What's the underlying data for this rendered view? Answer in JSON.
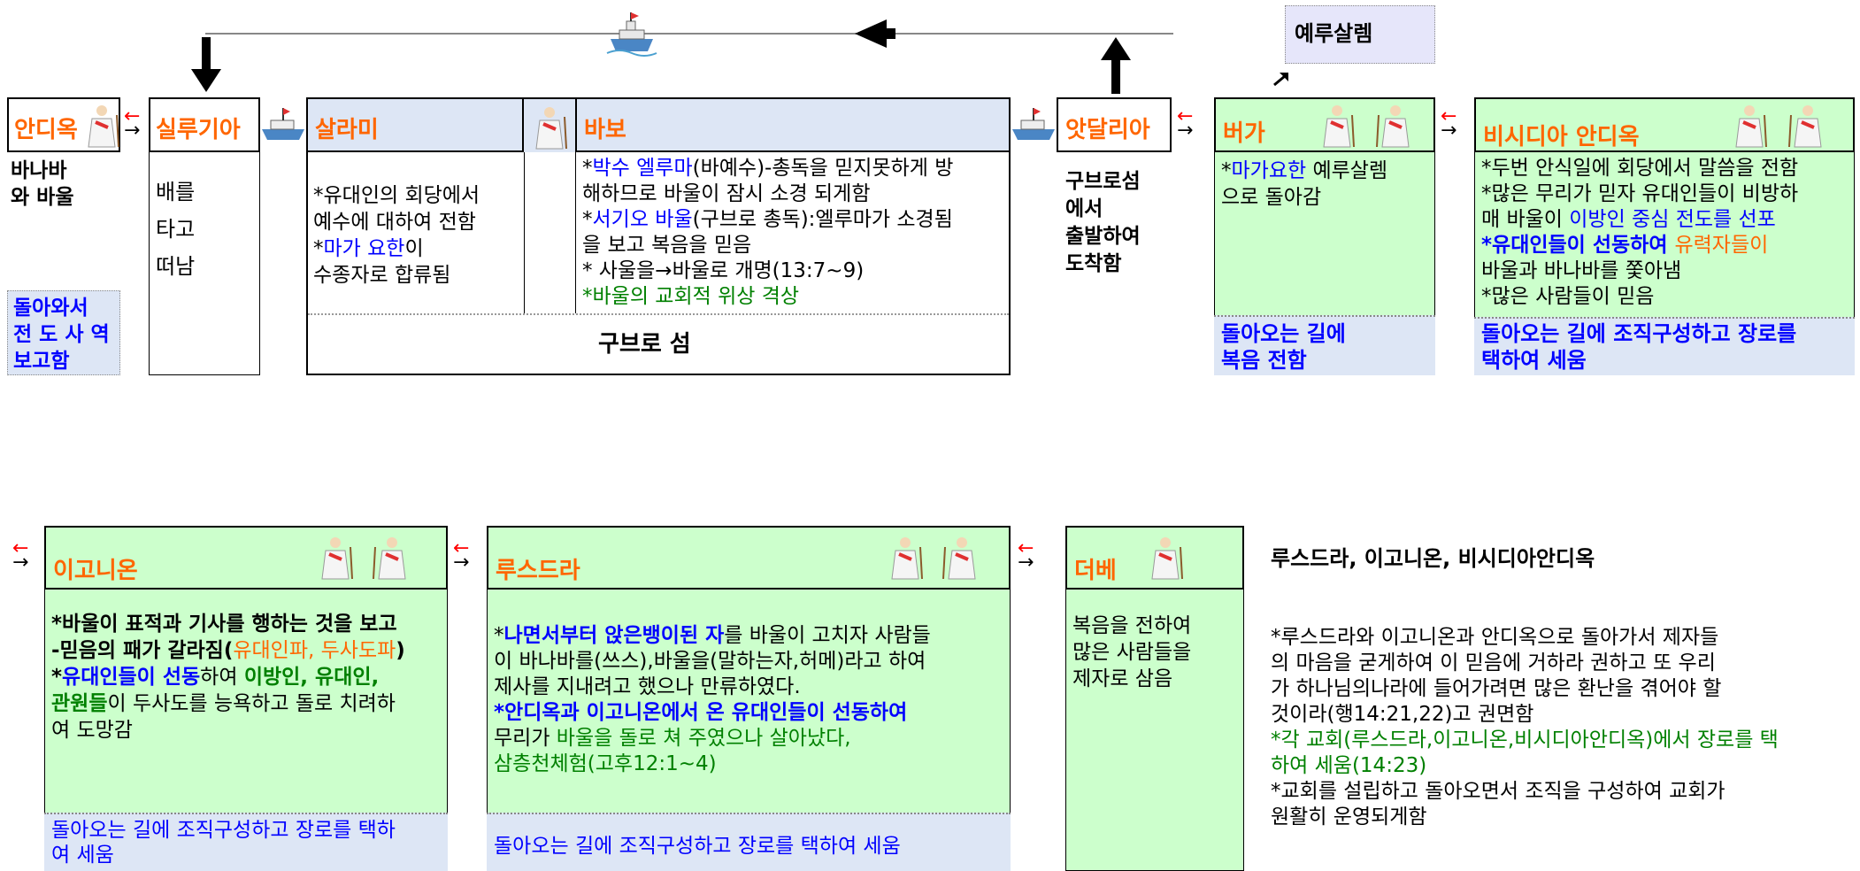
{
  "top": {
    "jerusalem": "예루살렘",
    "antioch_title": "안디옥",
    "antioch_body": [
      "바나바",
      "와 바울"
    ],
    "antioch_footer": [
      "돌아와서",
      "전 도 사 역",
      "보고함"
    ],
    "seleucia_title": "실루기아",
    "seleucia_body": [
      "배를",
      "타고",
      "떠남"
    ],
    "salamis_title": "살라미",
    "salamis_body": [
      {
        "segs": [
          {
            "t": "*유대인의 회당에서",
            "c": "k"
          }
        ]
      },
      {
        "segs": [
          {
            "t": "예수에 대하여 전함",
            "c": "k"
          }
        ]
      },
      {
        "segs": [
          {
            "t": "*",
            "c": "k"
          },
          {
            "t": "마가 요한",
            "c": "b"
          },
          {
            "t": "이",
            "c": "k"
          }
        ]
      },
      {
        "segs": [
          {
            "t": "수종자로 합류됨",
            "c": "k"
          }
        ]
      }
    ],
    "paphos_title": "바보",
    "paphos_body": [
      {
        "segs": [
          {
            "t": "*",
            "c": "k"
          },
          {
            "t": "박수 엘루마",
            "c": "b"
          },
          {
            "t": "(바예수)-총독을 믿지못하게 방",
            "c": "k"
          }
        ]
      },
      {
        "segs": [
          {
            "t": "해하므로 바울이 잠시 소경 되게함",
            "c": "k"
          }
        ]
      },
      {
        "segs": [
          {
            "t": "*",
            "c": "k"
          },
          {
            "t": "서기오 바울",
            "c": "b"
          },
          {
            "t": "(구브로 총독):엘루마가 소경됨",
            "c": "k"
          }
        ]
      },
      {
        "segs": [
          {
            "t": "을 보고 복음을 믿음",
            "c": "k"
          }
        ]
      },
      {
        "segs": [
          {
            "t": "* 사울을→바울로 개명(13:7~9)",
            "c": "k"
          }
        ]
      },
      {
        "segs": [
          {
            "t": "*바울의 교회적 위상 격상",
            "c": "g"
          }
        ]
      }
    ],
    "cyprus_label": "구브로 섬",
    "attalia_title": "앗달리아",
    "attalia_body": [
      "구브로섬",
      "에서",
      "출발하여",
      "도착함"
    ],
    "perga_title": "버가",
    "perga_body": [
      {
        "segs": [
          {
            "t": "*",
            "c": "k"
          },
          {
            "t": "마가요한",
            "c": "b"
          },
          {
            "t": " 예루살렘",
            "c": "k"
          }
        ]
      },
      {
        "segs": [
          {
            "t": " 으로 돌아감",
            "c": "k"
          }
        ]
      }
    ],
    "perga_footer": [
      "돌아오는 길에",
      "복음 전함"
    ],
    "pisidian_title": "비시디아 안디옥",
    "pisidian_body": [
      {
        "segs": [
          {
            "t": "*두번 안식일에 회당에서 말씀을 전함",
            "c": "k"
          }
        ]
      },
      {
        "segs": [
          {
            "t": "*많은 무리가 믿자 유대인들이 비방하",
            "c": "k"
          }
        ]
      },
      {
        "segs": [
          {
            "t": " 매 바울이 ",
            "c": "k"
          },
          {
            "t": "이방인 중심 전도를 선포",
            "c": "b"
          }
        ]
      },
      {
        "segs": [
          {
            "t": "*유대인들이 선동하여 ",
            "c": "bb"
          },
          {
            "t": "유력자들이",
            "c": "o"
          }
        ]
      },
      {
        "segs": [
          {
            "t": "바울과 바나바를 쫓아냄",
            "c": "k"
          }
        ]
      },
      {
        "segs": [
          {
            "t": "*많은 사람들이 믿음",
            "c": "k"
          }
        ]
      }
    ],
    "pisidian_footer": [
      "돌아오는 길에 조직구성하고 장로를",
      "택하여 세움"
    ]
  },
  "bottom": {
    "iconium_title": "이고니온",
    "iconium_body": [
      {
        "segs": [
          {
            "t": "*바울이 표적과 기사를 행하는 것을 보고",
            "c": "kb"
          }
        ]
      },
      {
        "segs": [
          {
            "t": "-믿음의 패가 갈라짐(",
            "c": "kb"
          },
          {
            "t": "유대인파, 두사도파",
            "c": "o"
          },
          {
            "t": ")",
            "c": "kb"
          }
        ]
      },
      {
        "segs": [
          {
            "t": "*",
            "c": "kb"
          },
          {
            "t": "유대인들이 선동",
            "c": "bb"
          },
          {
            "t": "하여 ",
            "c": "k"
          },
          {
            "t": "이방인, 유대인,",
            "c": "gb"
          }
        ]
      },
      {
        "segs": [
          {
            "t": "관원들",
            "c": "gb"
          },
          {
            "t": "이 두사도를 능욕하고 돌로 치려하",
            "c": "k"
          }
        ]
      },
      {
        "segs": [
          {
            "t": "여 도망감",
            "c": "k"
          }
        ]
      }
    ],
    "iconium_footer": [
      "돌아오는 길에 조직구성하고 장로를 택하",
      "여 세움"
    ],
    "lystra_title": "루스드라",
    "lystra_body": [
      {
        "segs": [
          {
            "t": "*",
            "c": "k"
          },
          {
            "t": "나면서부터 앉은뱅이된 자",
            "c": "bb"
          },
          {
            "t": "를 바울이 고치자 사람들",
            "c": "k"
          }
        ]
      },
      {
        "segs": [
          {
            "t": "이 바나바를(쓰스),바울을(말하는자,허메)라고 하여",
            "c": "k"
          }
        ]
      },
      {
        "segs": [
          {
            "t": "제사를 지내려고 했으나 만류하였다.",
            "c": "k"
          }
        ]
      },
      {
        "segs": [
          {
            "t": "*안디옥과 이고니온에서 온 유대인들이 선동하여",
            "c": "bb"
          }
        ]
      },
      {
        "segs": [
          {
            "t": "무리가 ",
            "c": "k"
          },
          {
            "t": "바울을 돌로 쳐 주였으나 살아났다,",
            "c": "g"
          }
        ]
      },
      {
        "segs": [
          {
            "t": "삼층천체험(고후12:1~4)",
            "c": "g"
          }
        ]
      }
    ],
    "lystra_footer": [
      "돌아오는 길에 조직구성하고 장로를 택하여 세움"
    ],
    "derbe_title": "더베",
    "derbe_body": [
      "복음을 전하여",
      "많은 사람들을",
      "제자로 삼음"
    ],
    "summary_title": "루스드라, 이고니온, 비시디아안디옥",
    "summary_body": [
      {
        "segs": [
          {
            "t": "*루스드라와 이고니온과 안디옥으로 돌아가서 제자들",
            "c": "k"
          }
        ]
      },
      {
        "segs": [
          {
            "t": "의 마음을 굳게하여 이 믿음에 거하라 권하고 또 우리",
            "c": "k"
          }
        ]
      },
      {
        "segs": [
          {
            "t": "가 하나님의나라에 들어가려면 많은 환난을 겪어야 할",
            "c": "k"
          }
        ]
      },
      {
        "segs": [
          {
            "t": "것이라(행14:21,22)고 권면함",
            "c": "k"
          }
        ]
      },
      {
        "segs": [
          {
            "t": "*각 교회(루스드라,이고니온,비시디아안디옥)에서 장로를 택",
            "c": "g"
          }
        ]
      },
      {
        "segs": [
          {
            "t": "하여 세움(14:23)",
            "c": "g"
          }
        ]
      },
      {
        "segs": [
          {
            "t": "*교회를 설립하고 돌아오면서 조직을 구성하여 교회가",
            "c": "k"
          }
        ]
      },
      {
        "segs": [
          {
            "t": "원활히 운영되게함",
            "c": "k"
          }
        ]
      }
    ]
  },
  "arrows": {
    "right": "→",
    "left": "←"
  },
  "icons": [
    "ship-icon",
    "paul-figure-icon",
    "barnabas-figure-icon",
    "down-arrow-icon",
    "up-arrow-icon",
    "left-arrow-icon"
  ],
  "colors": {
    "title": "#ff6600",
    "green_panel": "#ccffcc",
    "blue_panel": "#dde6f5",
    "blue_text": "#0000ff",
    "green_text": "#008000"
  }
}
